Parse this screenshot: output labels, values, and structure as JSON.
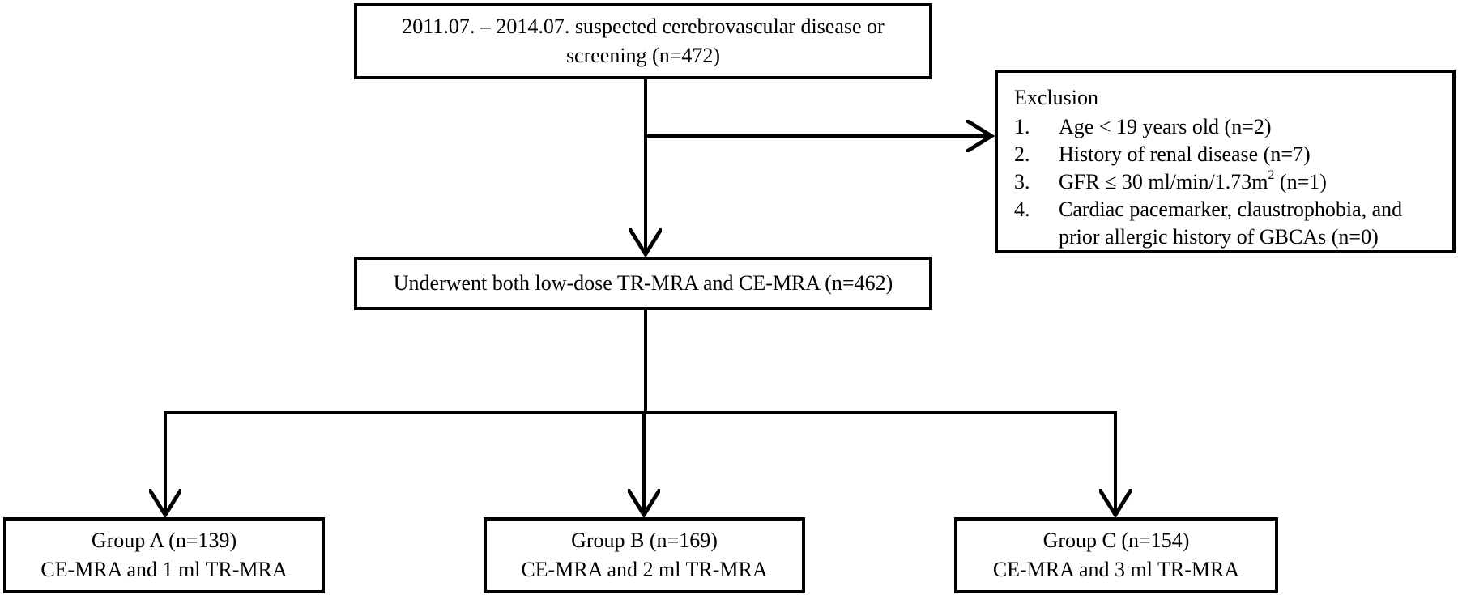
{
  "boxes": {
    "screening": {
      "line1": "2011.07. – 2014.07. suspected cerebrovascular disease or",
      "line2": "screening (n=472)"
    },
    "underwent": {
      "text": "Underwent both low-dose TR-MRA and CE-MRA (n=462)"
    },
    "exclusion": {
      "title": "Exclusion",
      "items": [
        {
          "num": "1.",
          "text": "Age < 19 years old (n=2)"
        },
        {
          "num": "2.",
          "text": "History of renal disease (n=7)"
        },
        {
          "num": "3.",
          "text_before": "GFR ≤ 30 ml/min/1.73m",
          "sup": "2",
          "text_after": " (n=1)"
        },
        {
          "num": "4.",
          "line1": "Cardiac pacemarker, claustrophobia, and",
          "line2": "prior allergic history of GBCAs (n=0)"
        }
      ]
    },
    "group_a": {
      "line1": "Group A (n=139)",
      "line2": "CE-MRA and 1 ml TR-MRA"
    },
    "group_b": {
      "line1": "Group B (n=169)",
      "line2": "CE-MRA and 2 ml TR-MRA"
    },
    "group_c": {
      "line1": "Group C (n=154)",
      "line2": "CE-MRA and 3 ml TR-MRA"
    }
  },
  "colors": {
    "stroke": "#000000",
    "background": "#ffffff"
  }
}
